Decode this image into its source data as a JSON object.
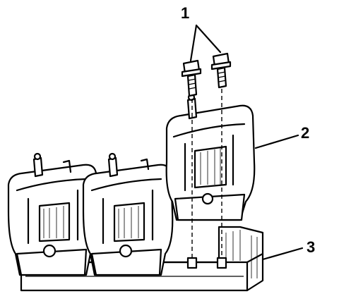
{
  "callouts": [
    {
      "label": "1",
      "part": "bolts"
    },
    {
      "label": "2",
      "part": "ignition-coil"
    },
    {
      "label": "3",
      "part": "coil-bracket"
    }
  ]
}
